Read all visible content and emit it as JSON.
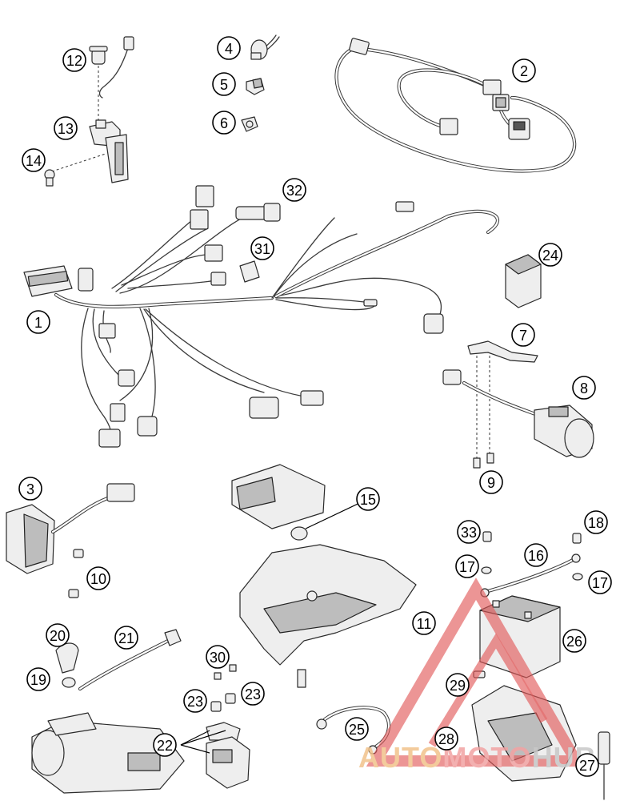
{
  "callouts": [
    {
      "id": "1",
      "label": "1"
    },
    {
      "id": "2",
      "label": "2"
    },
    {
      "id": "3",
      "label": "3"
    },
    {
      "id": "4",
      "label": "4"
    },
    {
      "id": "5",
      "label": "5"
    },
    {
      "id": "6",
      "label": "6"
    },
    {
      "id": "7",
      "label": "7"
    },
    {
      "id": "8",
      "label": "8"
    },
    {
      "id": "9",
      "label": "9"
    },
    {
      "id": "10",
      "label": "10"
    },
    {
      "id": "11",
      "label": "11"
    },
    {
      "id": "12",
      "label": "12"
    },
    {
      "id": "13",
      "label": "13"
    },
    {
      "id": "14",
      "label": "14"
    },
    {
      "id": "15",
      "label": "15"
    },
    {
      "id": "16",
      "label": "16"
    },
    {
      "id": "17a",
      "label": "17"
    },
    {
      "id": "17b",
      "label": "17"
    },
    {
      "id": "18",
      "label": "18"
    },
    {
      "id": "19",
      "label": "19"
    },
    {
      "id": "20",
      "label": "20"
    },
    {
      "id": "21",
      "label": "21"
    },
    {
      "id": "22",
      "label": "22"
    },
    {
      "id": "23a",
      "label": "23"
    },
    {
      "id": "23b",
      "label": "23"
    },
    {
      "id": "24",
      "label": "24"
    },
    {
      "id": "25",
      "label": "25"
    },
    {
      "id": "26",
      "label": "26"
    },
    {
      "id": "27",
      "label": "27"
    },
    {
      "id": "28",
      "label": "28"
    },
    {
      "id": "29",
      "label": "29"
    },
    {
      "id": "30",
      "label": "30"
    },
    {
      "id": "31",
      "label": "31"
    },
    {
      "id": "32",
      "label": "32"
    },
    {
      "id": "33",
      "label": "33"
    }
  ],
  "watermark": {
    "text_a": "AUTO",
    "text_b": "MOTO",
    "text_c": "HUB",
    "color_a": "#f2c38b",
    "color_b": "#f2a3a3",
    "color_c": "#c8c8c8",
    "logo_color": "#e25a5a"
  },
  "colors": {
    "line": "#2a2a2a",
    "part_fill": "#eeeeee"
  }
}
